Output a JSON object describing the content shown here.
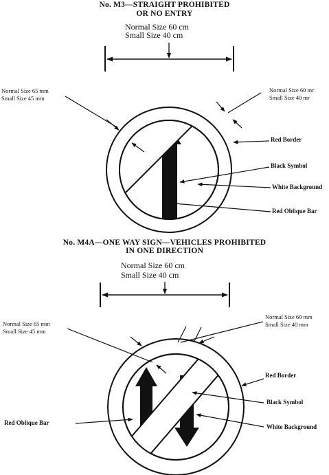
{
  "m3": {
    "title_line1": "No. M3—STRAIGHT PROHIBITED",
    "title_line2": "OR NO ENTRY",
    "overall_normal": "Normal Size 60 cm",
    "overall_small": "Small    Size 40 cm",
    "bar_normal": "Normal Size 65 mm",
    "bar_small": "Small   Size 45 mm",
    "border_normal": "Normal Size 60 mr",
    "border_small": "Small    Size 40 mr",
    "labels": {
      "red_border": "Red Border",
      "black_symbol": "Black Symbol",
      "white_background": "White Background",
      "red_oblique_bar": "Red Oblique Bar"
    }
  },
  "m4a": {
    "title_line1": "No. M4A—ONE WAY SIGN—VEHICLES PROHIBITED",
    "title_line2": "IN ONE DIRECTION",
    "overall_normal": "Normal Size 60 cm",
    "overall_small": "Small   Size 40 cm",
    "bar_normal": "Normal Size 65 mm",
    "bar_small": "Small    Size 45 mm",
    "border_normal": "Normal Size 60 mm",
    "border_small": "Small    Size 40 mm",
    "labels": {
      "red_border": "Red Border",
      "black_symbol": "Black Symbol",
      "white_background": "White Background",
      "red_oblique_bar": "Red Oblique Bar"
    }
  }
}
